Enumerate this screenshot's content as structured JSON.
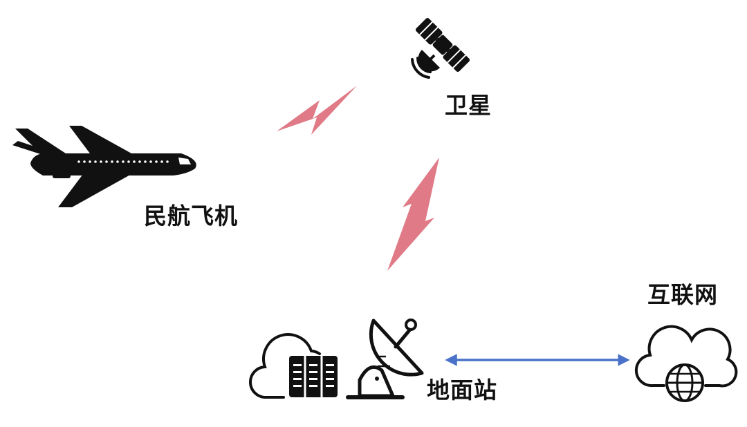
{
  "labels": {
    "satellite": "卫星",
    "aircraft": "民航飞机",
    "ground_station": "地面站",
    "internet": "互联网"
  },
  "icons": {
    "satellite": "satellite-icon",
    "aircraft": "airplane-icon",
    "cloud_server": "cloud-server-icon",
    "dish": "satellite-dish-icon",
    "internet_cloud": "cloud-globe-icon",
    "signal": "lightning-signal-icon",
    "link": "double-arrow-icon"
  },
  "colors": {
    "signal": "#e07a86",
    "link": "#4a72c8",
    "ink": "#111111"
  }
}
